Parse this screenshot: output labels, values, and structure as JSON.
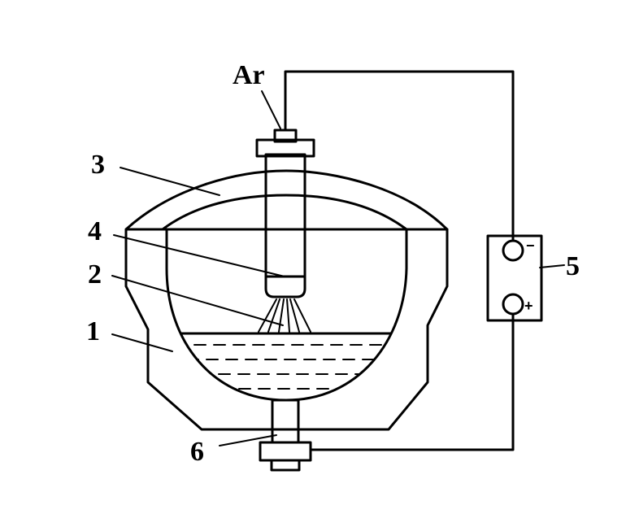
{
  "labels": {
    "gas": "Ar",
    "furnace_body": "1",
    "arc": "2",
    "cover": "3",
    "electrode": "4",
    "power_supply": "5",
    "bottom_electrode": "6"
  },
  "terminals": {
    "negative": "−",
    "positive": "+"
  },
  "colors": {
    "ink": "#000000",
    "background": "#ffffff"
  }
}
